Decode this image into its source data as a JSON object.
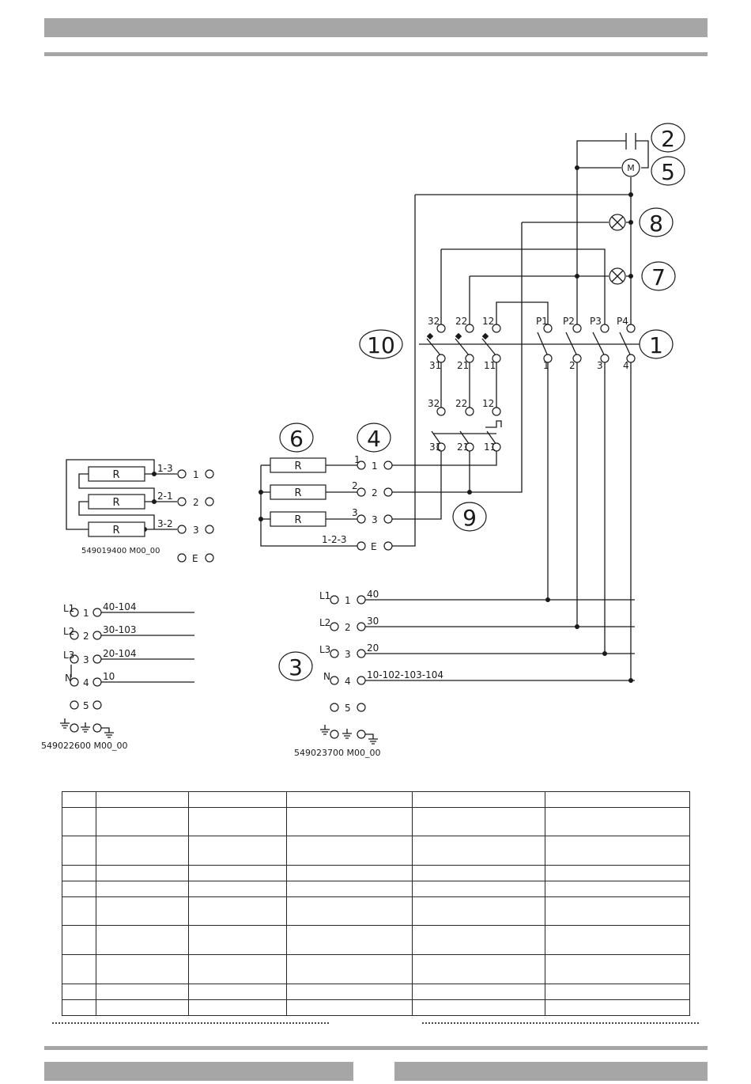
{
  "callouts": [
    "2",
    "5",
    "8",
    "7",
    "10",
    "1",
    "6",
    "4",
    "9",
    "3"
  ],
  "switch_terminals": {
    "top": [
      "32",
      "22",
      "12",
      "P1",
      "P2",
      "P3",
      "P4"
    ],
    "bottom": [
      "31",
      "21",
      "11",
      "1",
      "2",
      "3",
      "4"
    ],
    "lower_top": [
      "32",
      "22",
      "12"
    ],
    "lower_bottom": [
      "31",
      "21",
      "11"
    ]
  },
  "motor_label": "M",
  "resistor_label": "R",
  "left_block": {
    "taps": [
      "1-3",
      "2-1",
      "3-2"
    ],
    "terminals": [
      "1",
      "2",
      "3",
      "E"
    ],
    "code": "549019400  M00_00"
  },
  "element_block": {
    "inputs": [
      "1",
      "2",
      "3",
      "1-2-3"
    ],
    "terminals": [
      "1",
      "2",
      "3",
      "E"
    ]
  },
  "supply_left": {
    "lines": [
      "L1",
      "L2",
      "L3",
      "N"
    ],
    "terminals": [
      "1",
      "2",
      "3",
      "4",
      "5"
    ],
    "wires": [
      "40-104",
      "30-103",
      "20-104",
      "10"
    ],
    "code": "549022600  M00_00"
  },
  "supply_right": {
    "lines": [
      "L1",
      "L2",
      "L3",
      "N"
    ],
    "terminals": [
      "1",
      "2",
      "3",
      "4",
      "5"
    ],
    "wires": [
      "40",
      "30",
      "20",
      "10-102-103-104"
    ],
    "code": "549023700  M00_00"
  },
  "table": {
    "rows": [
      [
        "",
        "",
        "",
        "",
        "",
        ""
      ],
      [
        "",
        "",
        "",
        "",
        "",
        ""
      ],
      [
        "",
        "",
        "",
        "",
        "",
        ""
      ],
      [
        "",
        "",
        "",
        "",
        "",
        ""
      ],
      [
        "",
        "",
        "",
        "",
        "",
        ""
      ],
      [
        "",
        "",
        "",
        "",
        "",
        ""
      ],
      [
        "",
        "",
        "",
        "",
        "",
        ""
      ],
      [
        "",
        "",
        "",
        "",
        "",
        ""
      ],
      [
        "",
        "",
        "",
        "",
        "",
        ""
      ],
      [
        "",
        "",
        "",
        "",
        "",
        ""
      ],
      [
        "",
        "",
        "",
        "",
        "",
        ""
      ],
      [
        "",
        "",
        "",
        "",
        "",
        ""
      ],
      [
        "",
        "",
        "",
        "",
        "",
        ""
      ],
      [
        "",
        "",
        "",
        "",
        "",
        ""
      ]
    ]
  }
}
